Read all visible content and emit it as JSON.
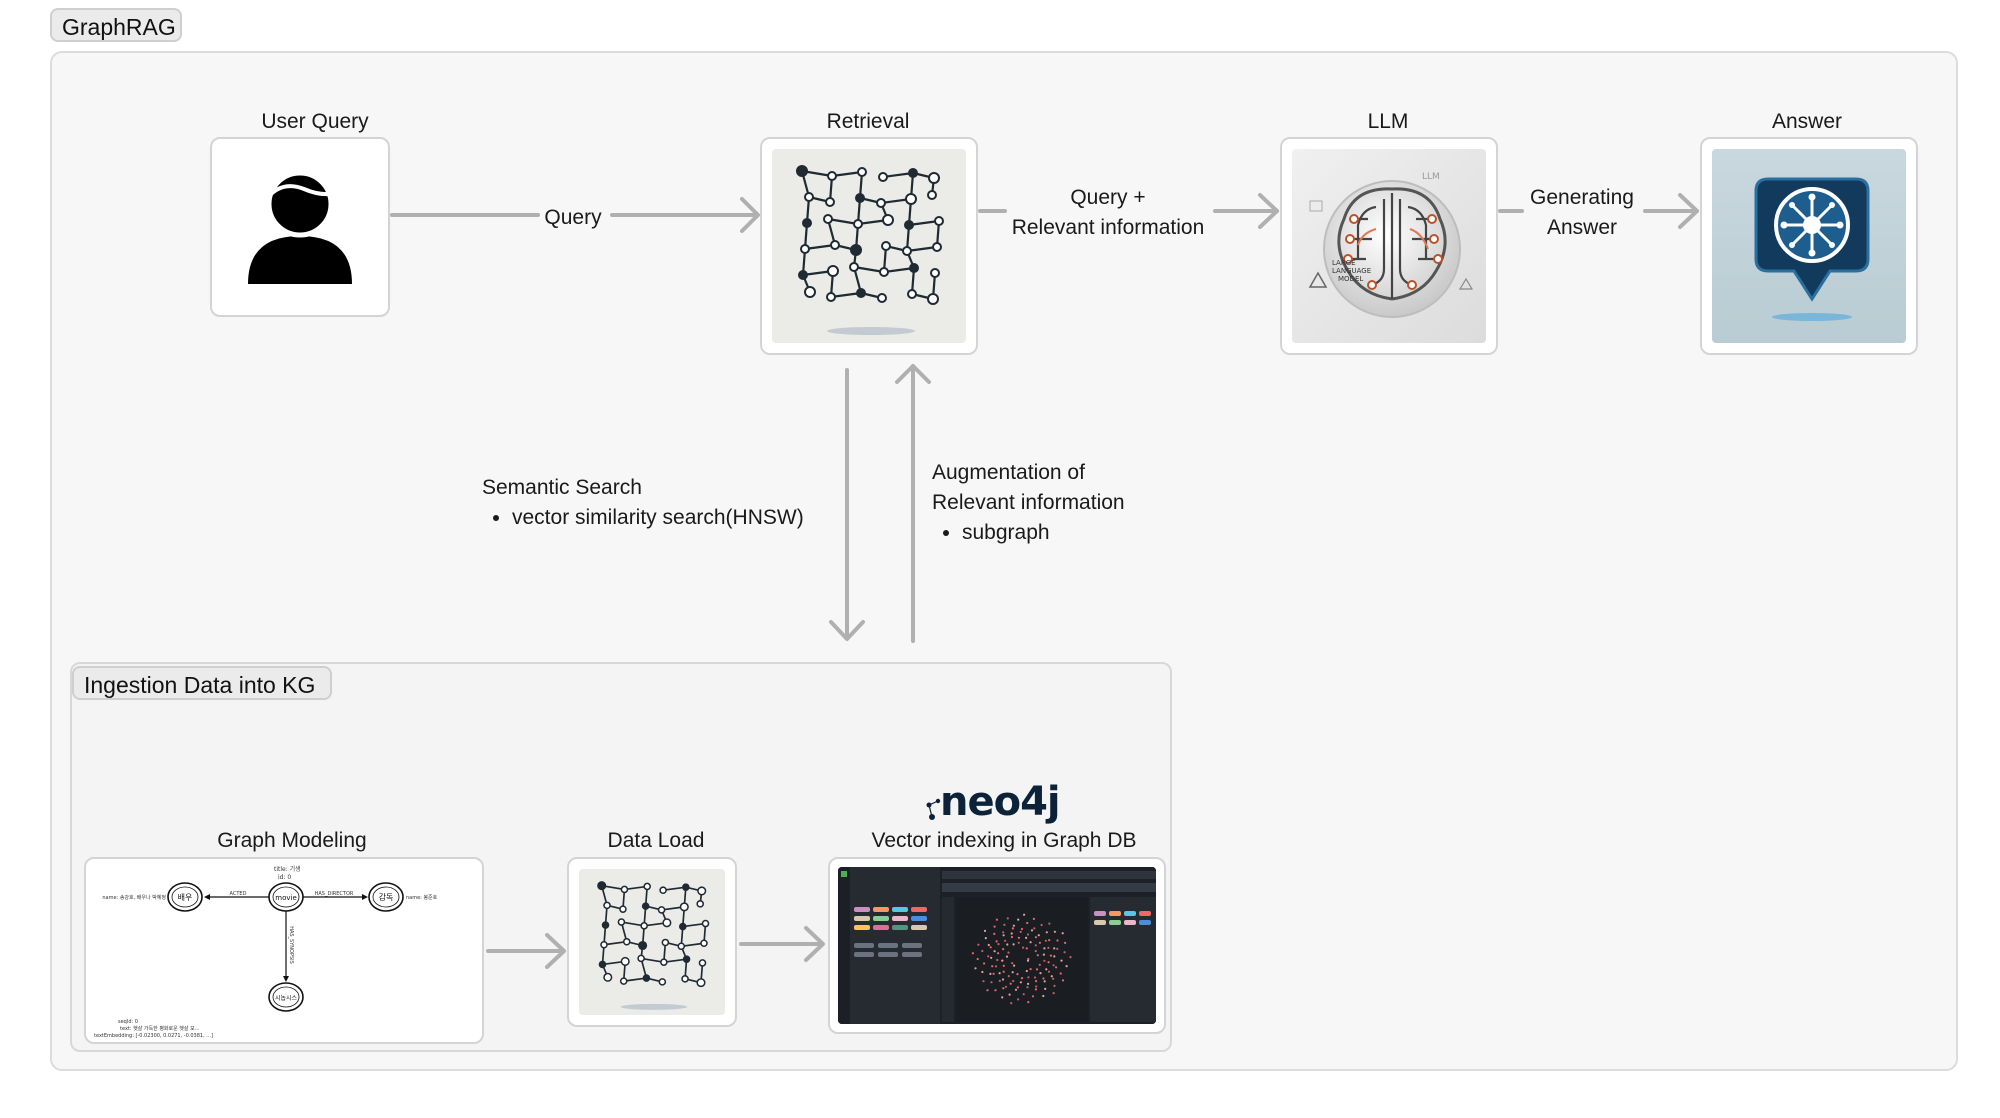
{
  "outer_title": "GraphRAG",
  "ingestion_title": "Ingestion Data into KG",
  "nodes": {
    "user_query": "User Query",
    "retrieval": "Retrieval",
    "llm": "LLM",
    "answer": "Answer",
    "graph_modeling": "Graph Modeling",
    "data_load": "Data Load",
    "vector_indexing": "Vector indexing in Graph DB"
  },
  "edges": {
    "query": "Query",
    "query_relevant_1": "Query +",
    "query_relevant_2": "Relevant information",
    "generating_1": "Generating",
    "generating_2": "Answer"
  },
  "semantic_search": {
    "title": "Semantic Search",
    "bullet": "vector similarity search(HNSW)"
  },
  "augmentation": {
    "title_1": "Augmentation of",
    "title_2": "Relevant information",
    "bullet": "subgraph"
  },
  "neo4j_logo": "neo4j",
  "llm_image_text": [
    "LARGE",
    "LANGUAGE",
    "MODEL",
    "LLM"
  ],
  "graph_modeling_image": {
    "title_prop": "title: 기생",
    "id_prop": "id: 0",
    "actor_node": "배우",
    "movie_node": "movie",
    "director_node": "감독",
    "synopsis_node": "시놉시스",
    "acted_edge": "ACTED",
    "has_director_edge": "HAS_DIRECTOR",
    "has_synopsis_edge": "HAS_SYNOPSIS",
    "actor_prop": "name: 송강호, 배우나 박혜정",
    "director_prop": "name: 봉준호",
    "seqid": "seqId: 0",
    "text_prop": "text: 햇살 가득한 평화로운 햇살 모...",
    "embedding_prop": "textEmbedding: [-0.02300, 0.0271, -0.0381, ...]"
  },
  "colors": {
    "frame_bg": "#f7f7f7",
    "arrow": "#b0b0b0",
    "neo4j_blue": "#0b2239",
    "neo4j_accent": "#018bff"
  }
}
